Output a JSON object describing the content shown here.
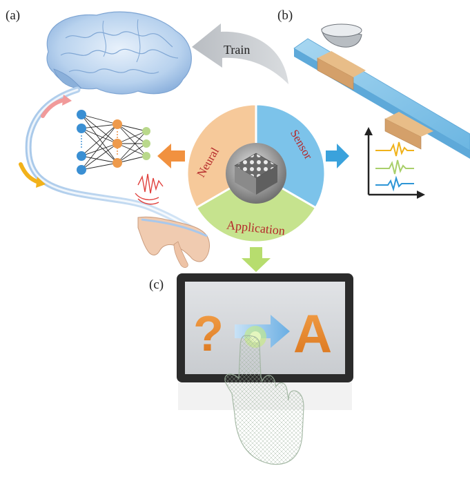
{
  "panels": {
    "a": "(a)",
    "b": "(b)",
    "c": "(c)"
  },
  "arrow_label": "Train",
  "wheel": {
    "neural": "Neural",
    "sensor": "Sensor",
    "application": "Application"
  },
  "screen": {
    "question": "?",
    "answer": "A"
  },
  "colors": {
    "neural": "#f6c99a",
    "sensor": "#7cc3ea",
    "application": "#c6e38e",
    "wheel_text": "#b5282a",
    "screen_glyph": "#ec8a2a",
    "monitor_bezel": "#2b2b2b",
    "screen_bg": "#d4d7da"
  }
}
